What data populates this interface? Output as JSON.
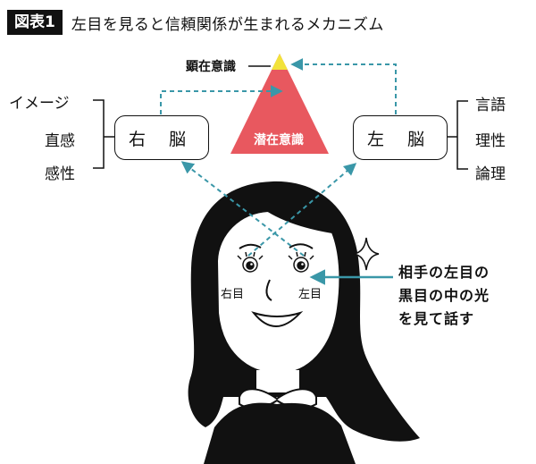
{
  "header": {
    "badge": "図表1",
    "title": "左目を見ると信頼関係が生まれるメカニズム"
  },
  "pyramid": {
    "top_label": "顕在意識",
    "body_label": "潜在意識",
    "color": "#e8585f",
    "apex_color": "#f2e23a"
  },
  "right_brain": {
    "label": "右 脳",
    "items": [
      "イメージ",
      "直感",
      "感性"
    ]
  },
  "left_brain": {
    "label": "左 脳",
    "items": [
      "言語",
      "理性",
      "論理"
    ]
  },
  "face": {
    "right_eye_label": "右目",
    "left_eye_label": "左目"
  },
  "note": {
    "lines": [
      "相手の左目の",
      "黒目の中の光",
      "を見て話す"
    ]
  },
  "colors": {
    "arrow": "#3a97a8",
    "line": "#111111"
  }
}
